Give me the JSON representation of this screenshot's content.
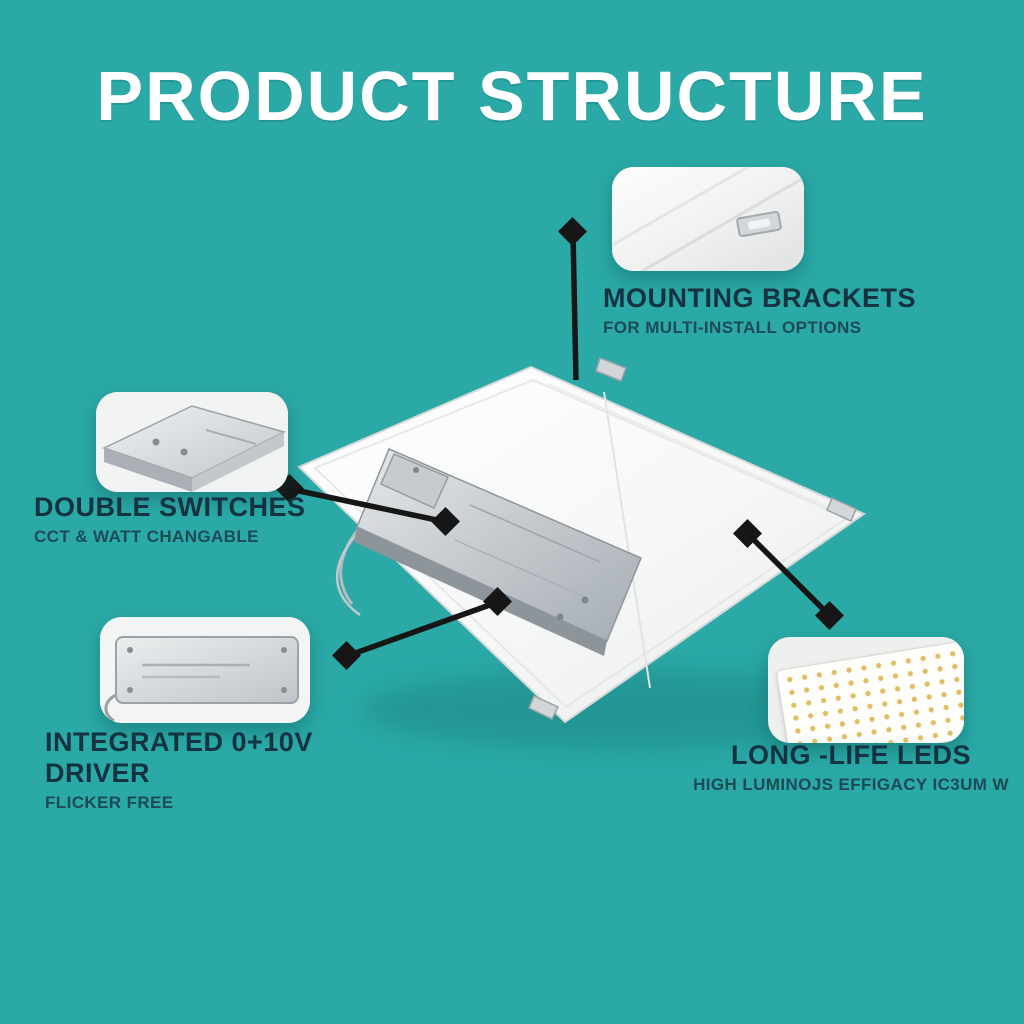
{
  "page": {
    "title": "PRODUCT STRUCTURE"
  },
  "colors": {
    "background": "#2aa9a7",
    "title": "#ffffff",
    "label_text": "#14323f",
    "connector": "#161616",
    "panel_white": "#fafafa",
    "driver_silver": "#b9bfc4"
  },
  "illustration": {
    "subject": "back of LED flat panel light with integrated driver box"
  },
  "callouts": {
    "mounting": {
      "label": "MOUNTING BRACKETS",
      "sublabel": "FOR MULTI-INSTALL OPTIONS"
    },
    "switches": {
      "label": "DOUBLE SWITCHES",
      "sublabel": "CCT & WATT CHANGABLE"
    },
    "driver": {
      "label": "INTEGRATED 0+10V DRIVER",
      "sublabel": "FLICKER FREE"
    },
    "leds": {
      "label": "LONG -LIFE LEDS",
      "sublabel": "HIGH LUMINOJS EFFIGACY IC3UM W"
    }
  }
}
